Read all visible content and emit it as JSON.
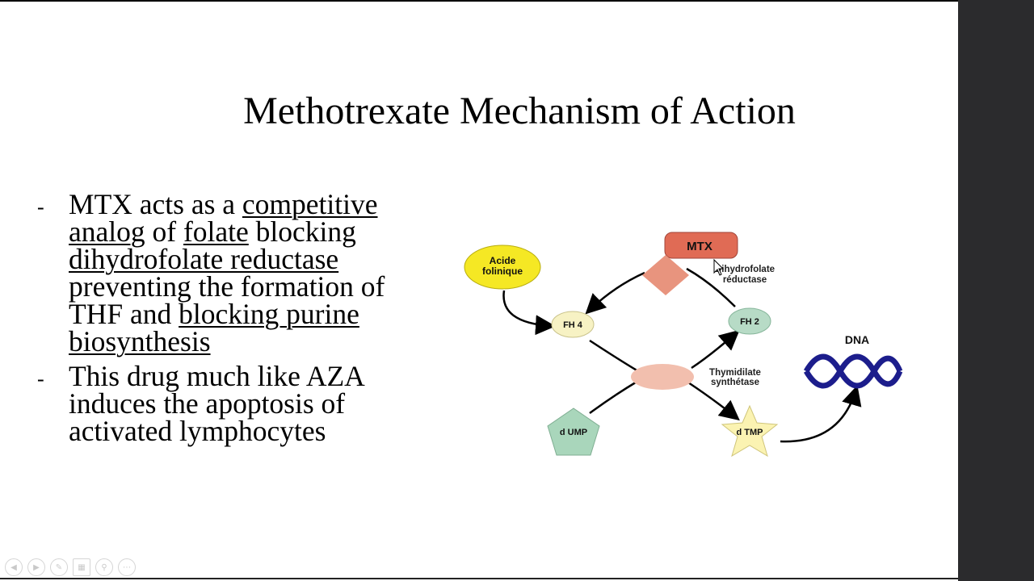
{
  "slide": {
    "title": "Methotrexate Mechanism of Action",
    "bullet_marker": "-",
    "bullets": [
      {
        "parts": [
          {
            "text": "MTX acts as a ",
            "u": false
          },
          {
            "text": "competitive analog",
            "u": true
          },
          {
            "text": " of ",
            "u": false
          },
          {
            "text": "folate",
            "u": true
          },
          {
            "text": " blocking ",
            "u": false
          },
          {
            "text": "dihydrofolate reductase",
            "u": true
          },
          {
            "text": " preventing the formation of THF and ",
            "u": false
          },
          {
            "text": "blocking purine biosynthesis",
            "u": true
          }
        ]
      },
      {
        "parts": [
          {
            "text": "This drug much like AZA induces the apoptosis of activated lymphocytes",
            "u": false
          }
        ]
      }
    ]
  },
  "diagram": {
    "mtx": "MTX",
    "acide_line1": "Acide",
    "acide_line2": "folinique",
    "fh4": "FH 4",
    "fh2": "FH 2",
    "dhfr_line1": "Dihydrofolate",
    "dhfr_line2": "réductase",
    "ts_line1": "Thymidilate",
    "ts_line2": "synthétase",
    "dump": "d UMP",
    "dtmp": "d TMP",
    "dna": "DNA",
    "colors": {
      "mtx": "#e06b55",
      "enzyme_diamond": "#e8947e",
      "ts_ellipse": "#f2bfae",
      "acide": "#f5e824",
      "fh": "#f7f2c4",
      "fh2": "#b7dbc6",
      "dump": "#a9d6bb",
      "dtmp": "#fbf3b2",
      "dna": "#1c1d8c"
    }
  },
  "toolbar": {
    "icons": [
      "prev-icon",
      "next-icon",
      "pen-icon",
      "slides-icon",
      "zoom-icon",
      "more-icon"
    ]
  }
}
